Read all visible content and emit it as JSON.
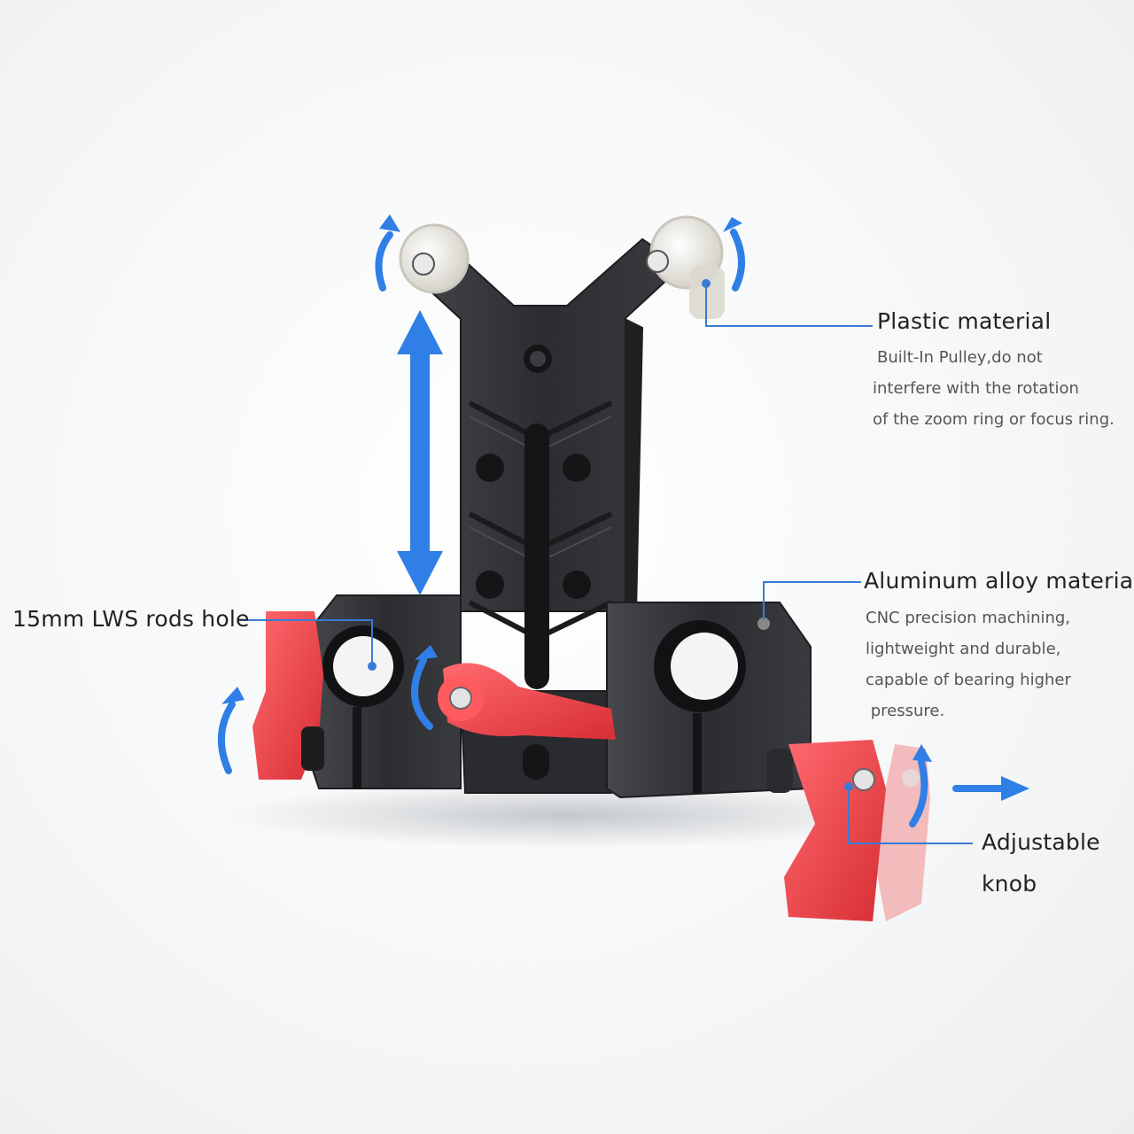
{
  "callouts": {
    "plastic": {
      "title": "Plastic material",
      "lines": [
        "Built-In Pulley,do not",
        "interfere with the rotation",
        "of the zoom ring or focus ring."
      ]
    },
    "aluminum": {
      "title": "Aluminum alloy material",
      "lines": [
        "CNC precision machining,",
        "lightweight and durable,",
        "capable of bearing higher",
        " pressure."
      ]
    },
    "rods": {
      "title": "15mm LWS rods hole"
    },
    "knob": {
      "title_line1": "Adjustable",
      "title_line2": "knob"
    }
  },
  "colors": {
    "metal": "#2f3033",
    "metal_edge": "#1c1d1f",
    "knob_red": "#e4393e",
    "arrow_blue": "#2f7fe6",
    "leader_blue": "#3a7bd5",
    "pulley": "#e6e4dc"
  }
}
